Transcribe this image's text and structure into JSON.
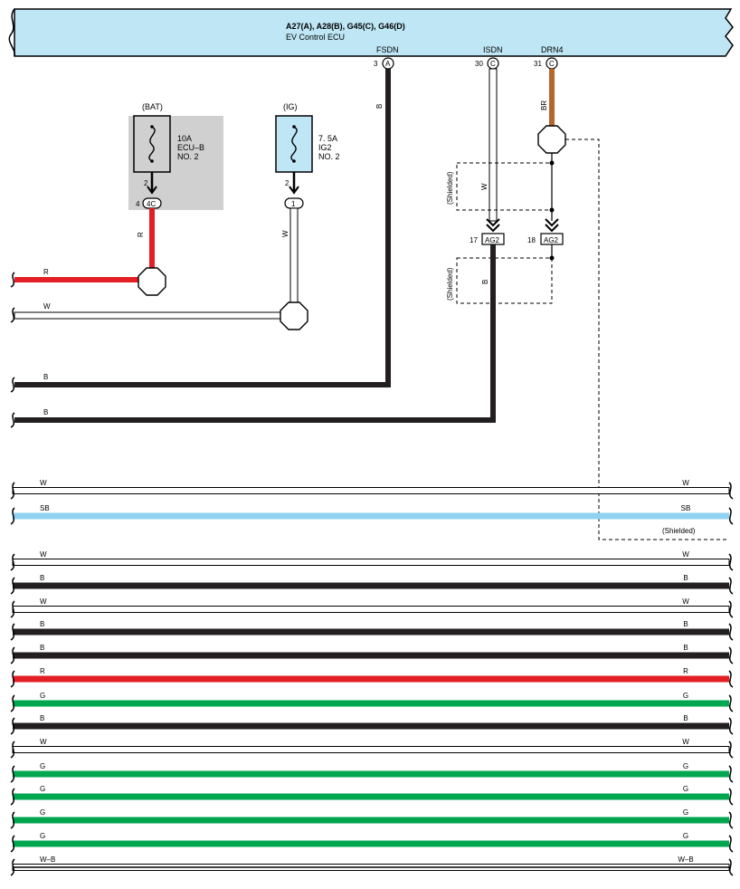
{
  "ecu": {
    "title": "A27(A), A28(B), G45(C), G46(D)",
    "name": "EV Control ECU"
  },
  "ecu_pins": [
    {
      "signal": "FSDN",
      "pin": "3",
      "connector": "A"
    },
    {
      "signal": "ISDN",
      "pin": "30",
      "connector": "C"
    },
    {
      "signal": "DRN4",
      "pin": "31",
      "connector": "C"
    }
  ],
  "fuses": [
    {
      "supply": "(BAT)",
      "rating": "10A",
      "name": "ECU–B",
      "num": "NO. 2",
      "pin": "2",
      "conn_pin": "4",
      "conn": "4C"
    },
    {
      "supply": "(IG)",
      "rating": "7. 5A",
      "name": "IG2",
      "num": "NO. 2",
      "pin": "2",
      "conn_pin": "",
      "conn": "1"
    }
  ],
  "connectors": [
    {
      "pin": "17",
      "name": "AG2"
    },
    {
      "pin": "18",
      "name": "AG2"
    }
  ],
  "shielded_label": "(Shielded)",
  "colors": {
    "R": "#e31e24",
    "B": "#231f20",
    "W": "#ffffff",
    "G": "#00a650",
    "SB": "#8fd3f0",
    "BR": "#b5662b",
    "W-B": "#ffffff",
    "ecu_fill": "#bfe6f5",
    "bat_box": "#d0d0d0"
  },
  "wire_labels": {
    "fsdn": "B",
    "isdn": "W",
    "drn4": "BR",
    "bat": "R",
    "ig": "W",
    "ag2_out": "B"
  },
  "left_wires": [
    {
      "label": "R",
      "color": "R"
    },
    {
      "label": "W",
      "color": "W"
    },
    {
      "label": "B",
      "color": "B"
    },
    {
      "label": "B",
      "color": "B"
    }
  ],
  "bus_wires": [
    {
      "left": "W",
      "right": "W",
      "color": "W"
    },
    {
      "left": "SB",
      "right": "SB",
      "color": "SB"
    },
    {
      "left": "W",
      "right": "W",
      "color": "W"
    },
    {
      "left": "B",
      "right": "B",
      "color": "B"
    },
    {
      "left": "W",
      "right": "W",
      "color": "W"
    },
    {
      "left": "B",
      "right": "B",
      "color": "B"
    },
    {
      "left": "B",
      "right": "B",
      "color": "B"
    },
    {
      "left": "R",
      "right": "R",
      "color": "R"
    },
    {
      "left": "G",
      "right": "G",
      "color": "G"
    },
    {
      "left": "B",
      "right": "B",
      "color": "B"
    },
    {
      "left": "W",
      "right": "W",
      "color": "W"
    },
    {
      "left": "G",
      "right": "G",
      "color": "G"
    },
    {
      "left": "G",
      "right": "G",
      "color": "G"
    },
    {
      "left": "G",
      "right": "G",
      "color": "G"
    },
    {
      "left": "G",
      "right": "G",
      "color": "G"
    },
    {
      "left": "W–B",
      "right": "W–B",
      "color": "W-B"
    }
  ]
}
